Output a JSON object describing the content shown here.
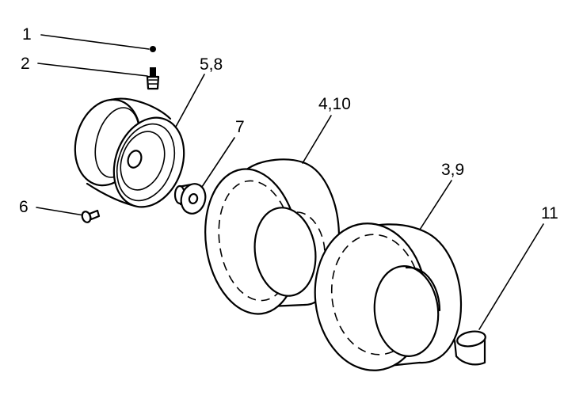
{
  "callouts": {
    "c1": "1",
    "c2": "2",
    "c58": "5,8",
    "c7": "7",
    "c410": "4,10",
    "c39": "3,9",
    "c6": "6",
    "c11": "11"
  },
  "colors": {
    "line": "#000000",
    "background": "#ffffff"
  }
}
